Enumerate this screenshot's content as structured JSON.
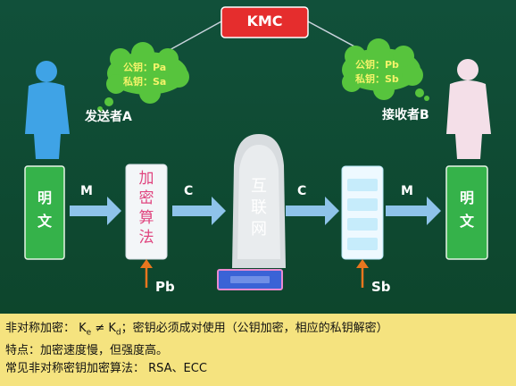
{
  "kmc": {
    "label": "KMC"
  },
  "sender": {
    "bubble": {
      "public_line": "公钥：Pa",
      "private_line": "私钥：Sa"
    },
    "name": "发送者A",
    "plaintext_chars": [
      "明",
      "文"
    ]
  },
  "receiver": {
    "bubble": {
      "public_line": "公钥：Pb",
      "private_line": "私钥：Sb"
    },
    "name": "接收者B",
    "plaintext_chars": [
      "明",
      "文"
    ]
  },
  "flow": {
    "m_left": "M",
    "encrypt_chars": [
      "加",
      "密",
      "算",
      "法"
    ],
    "c_left": "C",
    "internet_chars": [
      "互",
      "联",
      "网"
    ],
    "c_right": "C",
    "m_right": "M",
    "encrypt_key": "Pb",
    "decrypt_key": "Sb"
  },
  "caption": {
    "line1_prefix": "非对称加密：  K",
    "line1_sub_e": "e",
    "line1_mid": " ≠ K",
    "line1_sub_d": "d",
    "line1_suffix": "；密钥必须成对使用（公钥加密，相应的私钥解密）",
    "line2": "特点：加密速度慢，但强度高。",
    "line3": "常见非对称密钥加密算法：  RSA、ECC"
  },
  "colors": {
    "background": "#0f4a2f",
    "plaintext_box": "#35b24a",
    "kmc_box": "#e52d2d",
    "bubble": "#57c43d",
    "arrow": "#8ec3ea",
    "key_arrow": "#e8761e",
    "caption_bg": "#f5e37f",
    "security_badge": "#3a63d6"
  }
}
